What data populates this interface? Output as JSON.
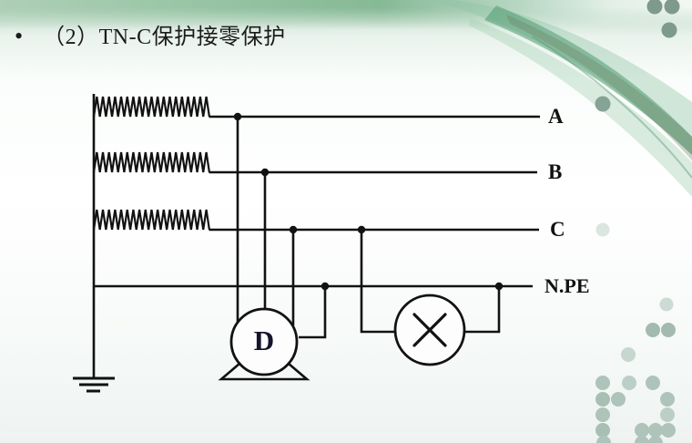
{
  "slide": {
    "bullet_glyph": "•",
    "title": "（2）TN-C保护接零保护"
  },
  "diagram": {
    "line_labels": {
      "a": "A",
      "b": "B",
      "c": "C",
      "npe": "N.PE"
    },
    "motor_symbol": "D",
    "components": {
      "windings_icon": "transformer-coil",
      "motor_icon": "motor-with-base",
      "lamp_icon": "lamp-cross",
      "ground_icon": "earth-ground"
    },
    "colors": {
      "wire": "#121212",
      "band_green": "#86b996",
      "swoosh_green": "#4e9a70",
      "dot_sage": "#8aa598",
      "dot_light": "#b3c6bd"
    }
  }
}
